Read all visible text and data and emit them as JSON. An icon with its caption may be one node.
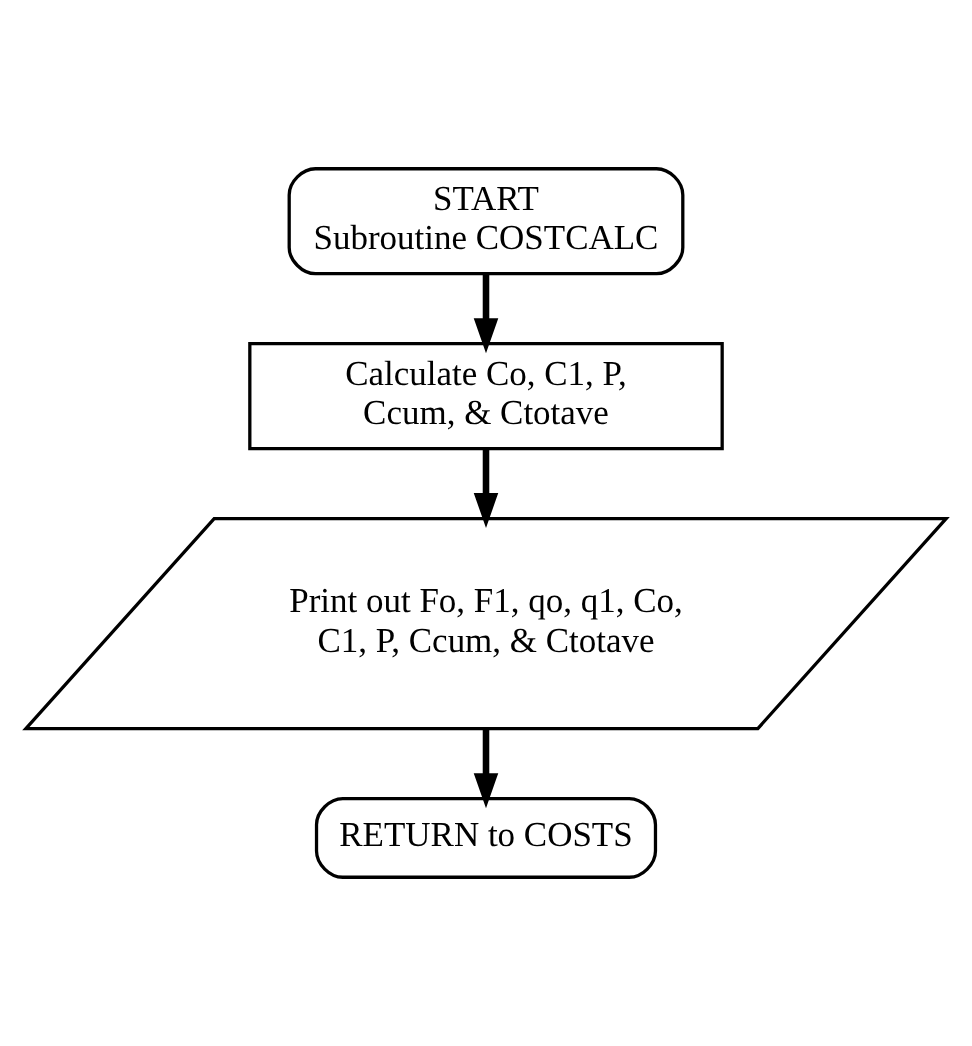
{
  "diagram": {
    "nodes": [
      {
        "text": [
          "START",
          "Subroutine COSTCALC"
        ]
      },
      {
        "text": [
          "Calculate Co, C1, P, Ccum, & Ctotave"
        ]
      },
      {
        "text": [
          "Print out Fo, F1, qo, q1, Co, C1, P, Ccum, & Ctotave"
        ]
      },
      {
        "text": [
          "RETURN to COSTS"
        ]
      }
    ],
    "edges": [
      {
        "from": 0,
        "to": 1,
        "arrow": "to"
      },
      {
        "from": 1,
        "to": 2,
        "arrow": "to"
      },
      {
        "from": 2,
        "to": 3,
        "arrow": "to"
      }
    ]
  }
}
